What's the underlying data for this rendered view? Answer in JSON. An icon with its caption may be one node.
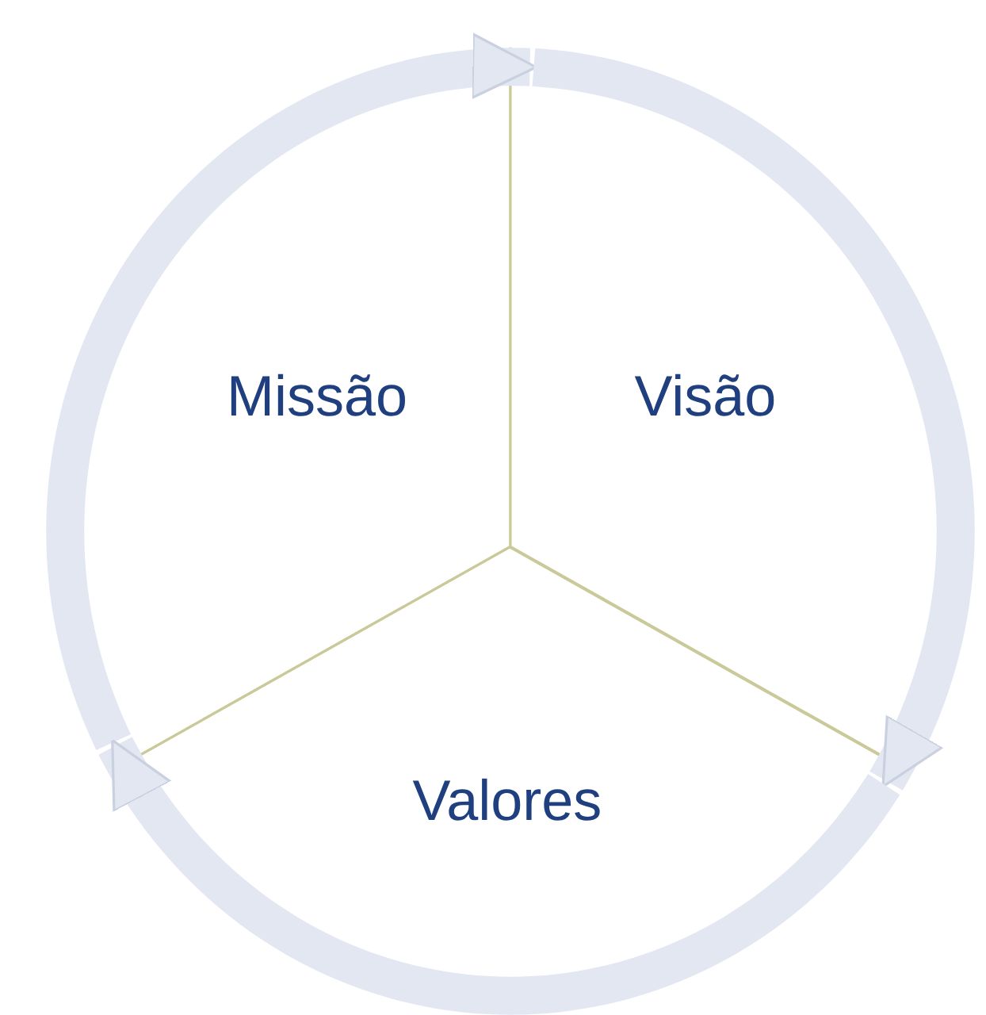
{
  "diagram": {
    "nodes": [
      {
        "text": [
          "Missão"
        ]
      },
      {
        "text": [
          "Visão"
        ]
      },
      {
        "text": [
          "Valores"
        ]
      }
    ],
    "edges": [
      {
        "from": 0,
        "to": 1,
        "arrow": "to"
      },
      {
        "from": 1,
        "to": 2,
        "arrow": "to"
      },
      {
        "from": 2,
        "to": 0,
        "arrow": "to"
      }
    ]
  }
}
